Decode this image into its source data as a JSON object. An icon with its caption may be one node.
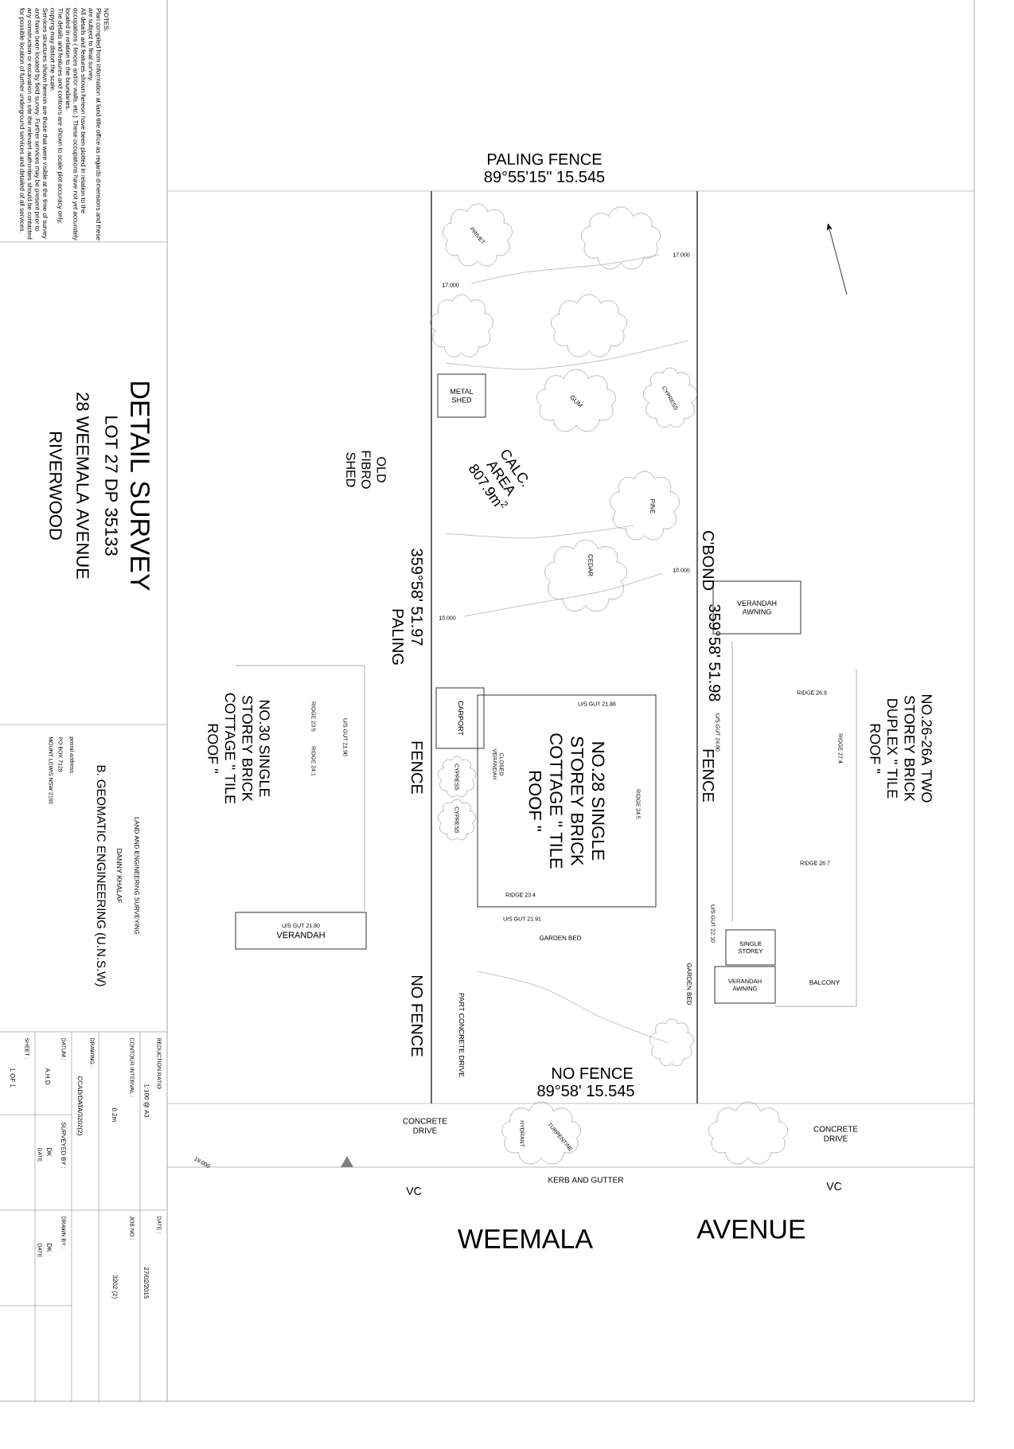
{
  "diagram": {
    "title": "DETAIL SURVEY",
    "nodes": [
      {
        "text": [
          "METAL SHED"
        ]
      },
      {
        "text": [
          "CARPORT"
        ]
      },
      {
        "text": [
          "NO.28 SINGLE STOREY BRICK COTTAGE \" TILE ROOF \""
        ]
      },
      {
        "text": [
          "U/S GUT 21.80",
          "VERANDAH"
        ]
      },
      {
        "text": [
          "VERANDAH AWNING"
        ]
      },
      {
        "text": [
          "SINGLE STOREY"
        ]
      },
      {
        "text": [
          "VERANDAH AWNING"
        ]
      }
    ],
    "labels": [
      "NOTES:",
      "Plan compiled from information at land title office as regards dimensions and these are subject to final survey.",
      "All details and features shown hereon have been plotted in relation to the occupations ( fences and/or walls, etc.) These occupations have not yet accurately located in relation to the boundaries.",
      "The details and features and contours are shown to scale plot accuracy only, copying may distort the scale.",
      "Services structures shown hereon are those that were visible at the time of survey and have been located by field survey. Further services may be present prior to any construction or excavation on site the relevant authorities should be contacted for possible location of further underground services and detailed of all services.",
      "LOT 27 DP 35133",
      "28 WEEMALA AVENUE",
      "RIVERWOOD",
      "LAND AND ENGINEERING SURVEYING",
      "DANNY KHALAF",
      "B. GEOMATIC ENGINEERING (U.N.S.W)",
      "postal address:",
      "PO BOX 7128",
      "MOUNT LEWIS NSW 2190",
      "REDUCTION RATIO :",
      "1:100 @ A3",
      "DATE :",
      "27/02/2015",
      "CONTOUR INTERVAL :",
      "0.2m",
      "JOB NO :",
      "3202 (2)",
      "DRAWING :",
      "CCAD/DATA/3202(2)",
      "DATUM :",
      "A.H.D",
      "SURVEYED BY :",
      "DK",
      "DATE",
      "DRAWN BY :",
      "DK",
      "DATE",
      "SHEET :",
      "1 OF 1",
      "PALING FENCE",
      "89°55'15\" 15.545",
      "NO FENCE",
      "89°58' 15.545",
      "WEEMALA",
      "AVENUE",
      "VC",
      "VC",
      "KERB AND GUTTER",
      "CONCRETE DRIVE",
      "CONCRETE DRIVE",
      "OLD FIBRO SHED",
      "359°58' 51.97",
      "PALING",
      "FENCE",
      "NO FENCE",
      "PART CONCRETE DRIVE",
      "CALC. AREA 807.9m$^{2}$",
      "C'BOND",
      "359°58' 51.98",
      "FENCE",
      "NO.30 SINGLE STOREY BRICK COTTAGE \" TILE ROOF \"",
      "NO.26-26A TWO STOREY BRICK DUPLEX \" TILE ROOF \"",
      "BALCONY",
      "GARDEN BED",
      "GARDEN BED",
      "CLOSED VERANDAH",
      "PRIVET",
      "GUM",
      "PINE",
      "CEDAR",
      "CYPRESS",
      "CYPRESS",
      "CYPRESS",
      "HYDRANT",
      "TURPENTINE",
      "U/S GUT 21.86",
      "U/S GUT 21.91",
      "U/S GUT 24.80",
      "U/S GUT 22.10",
      "RIDGE 26.9",
      "RIDGE 27.4",
      "RIDGE 26.7",
      "RIDGE 24.5",
      "RIDGE 23.4",
      "RIDGE 23.5",
      "RIDGE 24.1",
      "U/S GUT 21.90",
      "17.000",
      "17.000",
      "18.000",
      "18.000",
      "19.000"
    ]
  }
}
